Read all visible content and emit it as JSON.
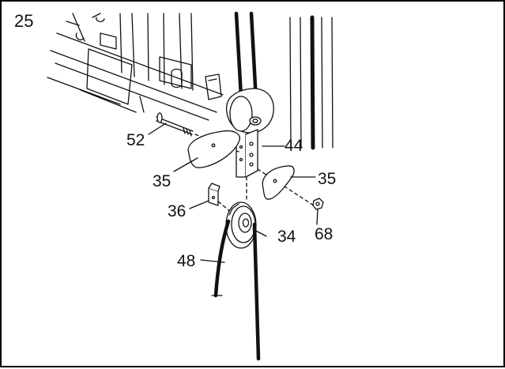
{
  "step": {
    "number": "25"
  },
  "callouts": {
    "bolt": "52",
    "cover_left": "35",
    "cover_right": "35",
    "bracket": "44",
    "clip": "36",
    "pulley": "34",
    "nut": "68",
    "cable": "48"
  },
  "colors": {
    "line": "#111111",
    "background": "#ffffff"
  }
}
